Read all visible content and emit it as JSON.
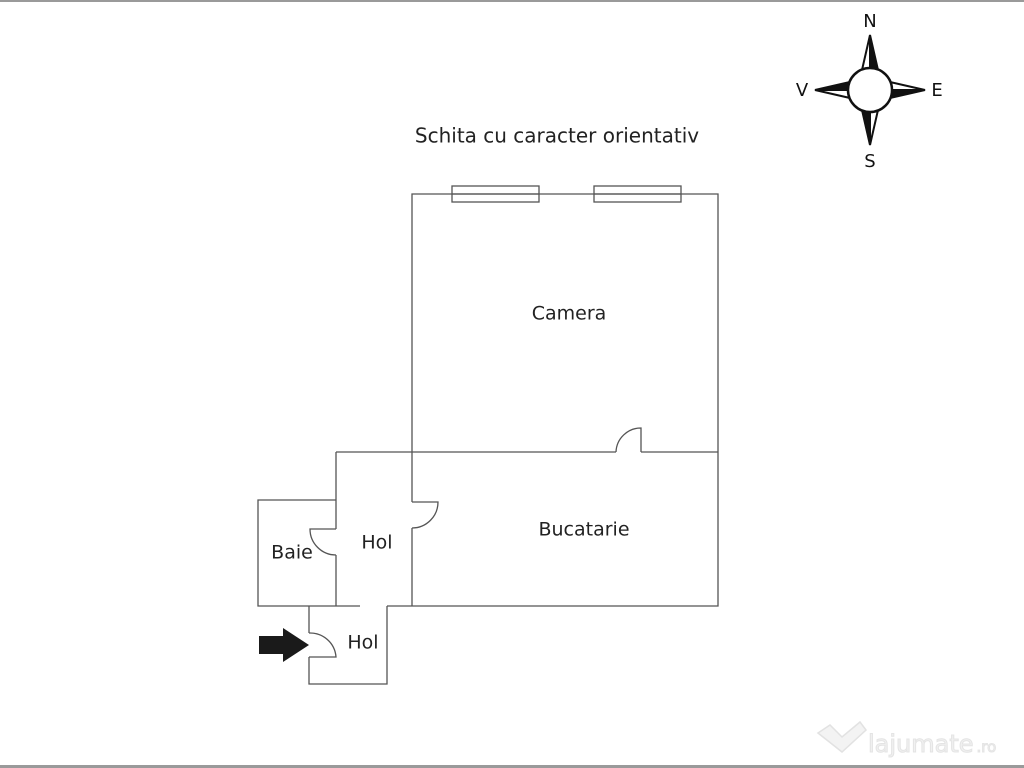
{
  "title": "Schita cu caracter orientativ",
  "rooms": [
    {
      "id": "camera",
      "label": "Camera"
    },
    {
      "id": "bucatarie",
      "label": "Bucatarie"
    },
    {
      "id": "hol-upper",
      "label": "Hol"
    },
    {
      "id": "baie",
      "label": "Baie"
    },
    {
      "id": "hol-lower",
      "label": "Hol"
    }
  ],
  "compass": {
    "north": "N",
    "south": "S",
    "east": "E",
    "west": "V"
  },
  "entrance_icon": "arrow-right-icon",
  "watermark": {
    "brand": "lajumate",
    "suffix": ".ro"
  }
}
